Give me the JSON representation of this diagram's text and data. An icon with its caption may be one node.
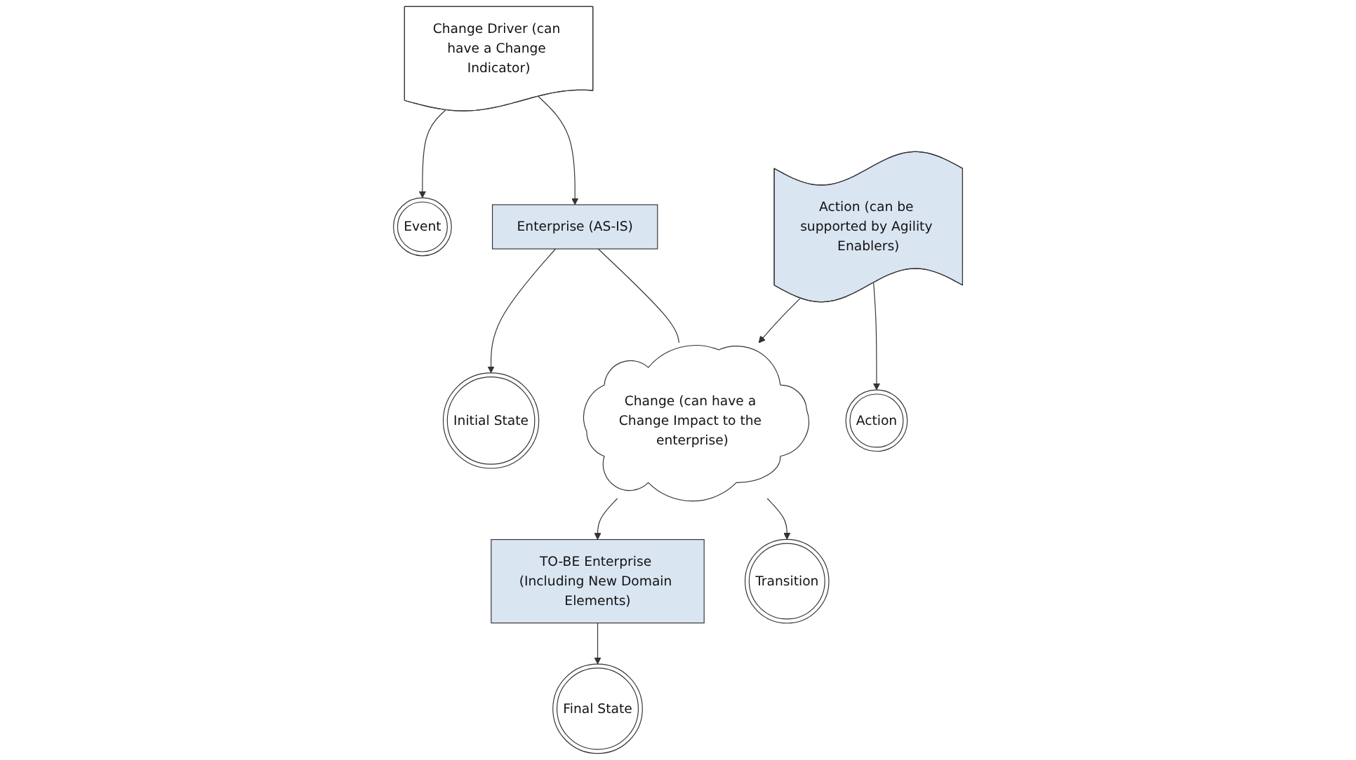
{
  "diagram": {
    "nodes": [
      {
        "text": [
          "Initial State"
        ]
      },
      {
        "text": [
          "Event"
        ]
      },
      {
        "text": [
          "Final State"
        ]
      },
      {
        "text": [
          "Enterprise (AS-IS)"
        ]
      },
      {
        "text": [
          "Change Driver (can have a Change Indicator)"
        ]
      },
      {
        "text": [
          "TO-BE Enterprise (Including New Domain Elements)"
        ]
      },
      {
        "text": [
          "Action (can be supported by Agility Enablers)"
        ]
      },
      {
        "text": [
          "Action"
        ]
      },
      {
        "text": [
          "Change (can have a Change Impact to the enterprise)"
        ]
      },
      {
        "text": [
          "Transition"
        ]
      }
    ],
    "edges": [
      {
        "from": 3,
        "to": 0,
        "arrow": "to"
      },
      {
        "from": 4,
        "to": 1,
        "arrow": "to"
      },
      {
        "from": 5,
        "to": 2,
        "arrow": "to"
      },
      {
        "from": 4,
        "to": 3,
        "arrow": "to"
      },
      {
        "from": 3,
        "to": 8,
        "arrow": "none"
      },
      {
        "from": 8,
        "to": 5,
        "arrow": "to"
      },
      {
        "from": 6,
        "to": 8,
        "arrow": "to"
      },
      {
        "from": 6,
        "to": 7,
        "arrow": "to"
      },
      {
        "from": 8,
        "to": 9,
        "arrow": "to"
      }
    ]
  }
}
